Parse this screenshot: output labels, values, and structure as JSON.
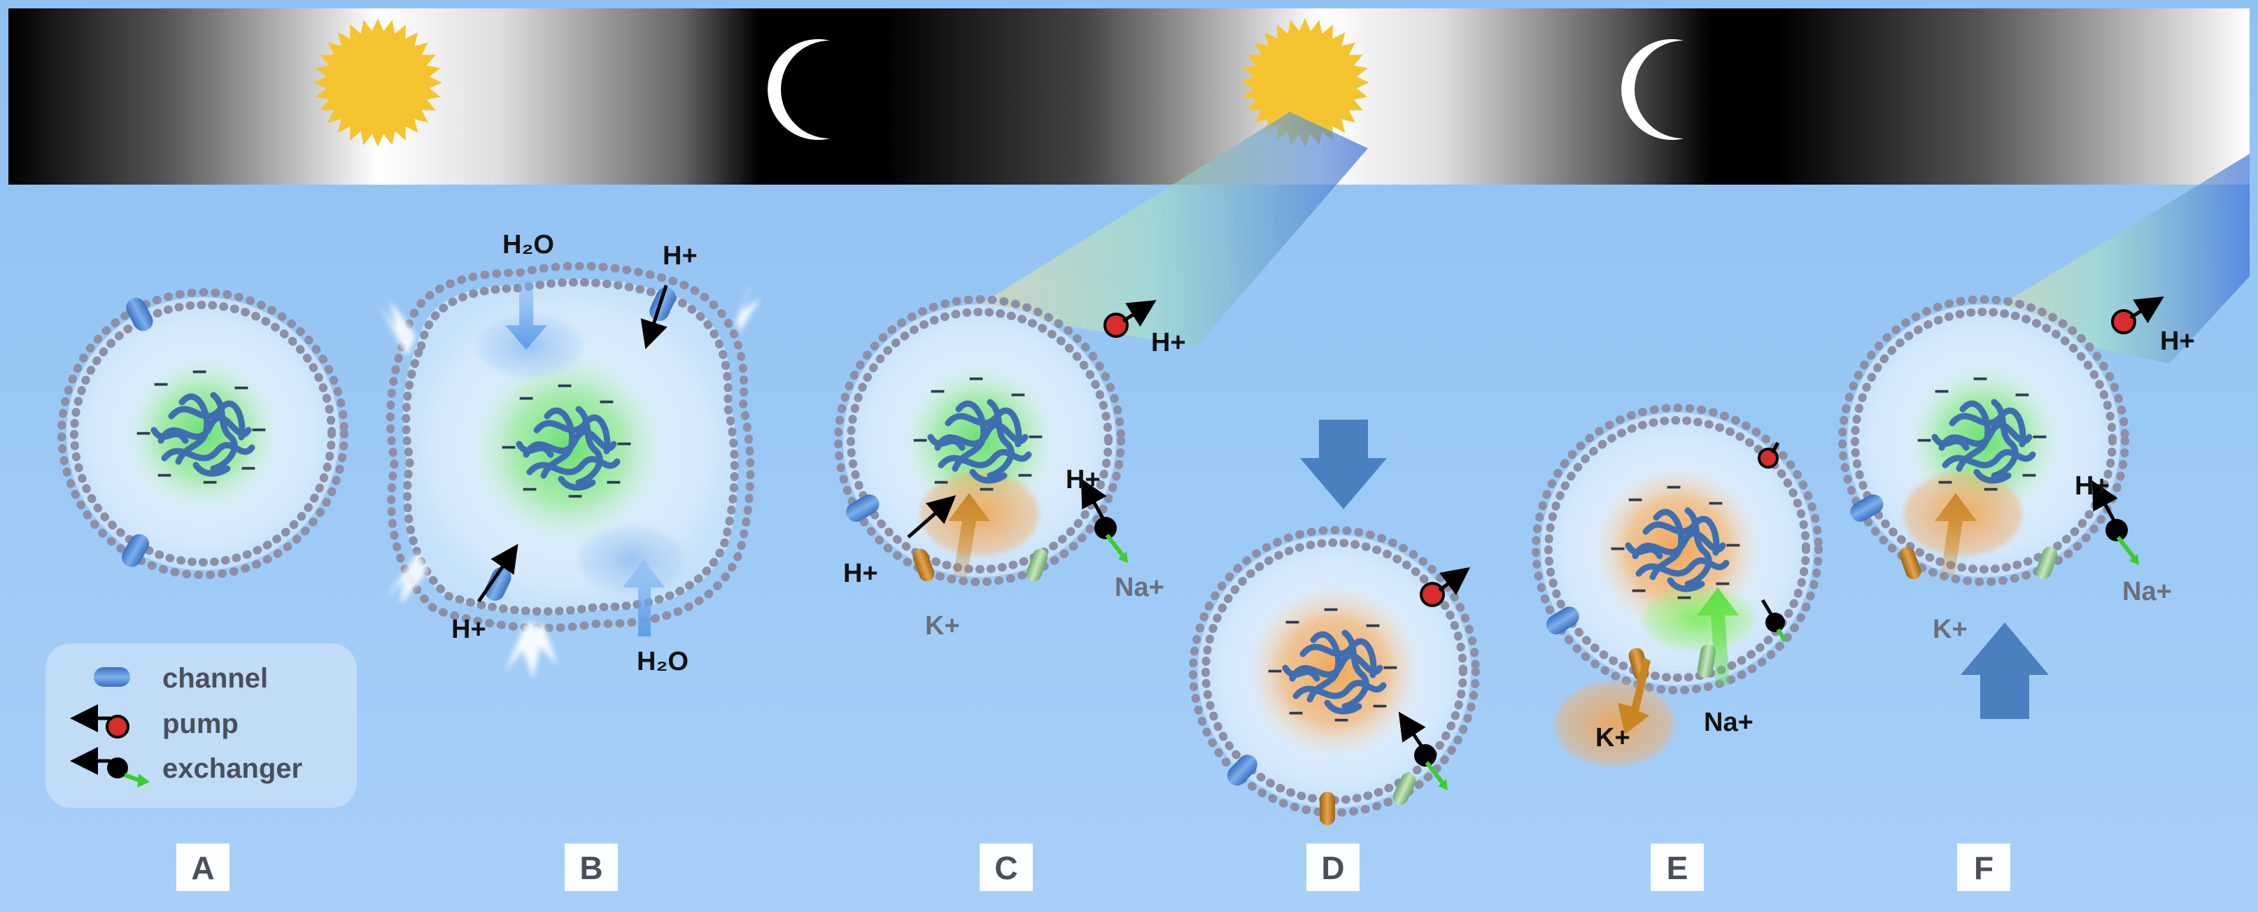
{
  "sky": {
    "phases": [
      "sun",
      "moon",
      "sun",
      "moon"
    ],
    "icons": {
      "sun": "sun-icon",
      "moon": "crescent-moon-icon"
    },
    "colors": {
      "sun": "#f4c430",
      "moon": "#ffffff",
      "dark": "#000000",
      "light": "#ffffff"
    }
  },
  "labels": {
    "h2o": "H₂O",
    "h_plus": "H+",
    "k_plus": "K+",
    "na_plus": "Na+",
    "neg": "–"
  },
  "legend": {
    "items": [
      {
        "icon": "channel-icon",
        "label": "channel"
      },
      {
        "icon": "pump-icon",
        "label": "pump"
      },
      {
        "icon": "exchanger-icon",
        "label": "exchanger"
      }
    ]
  },
  "panels": [
    {
      "id": "A",
      "label": "A"
    },
    {
      "id": "B",
      "label": "B"
    },
    {
      "id": "C",
      "label": "C"
    },
    {
      "id": "D",
      "label": "D"
    },
    {
      "id": "E",
      "label": "E"
    },
    {
      "id": "F",
      "label": "F"
    }
  ],
  "colors": {
    "water": "#a3cdf7",
    "membrane": "#8c8fa6",
    "chromatin": "#3f6eb0",
    "green_glow": "#6fe07a",
    "orange_glow": "#f0a04b",
    "channel": "#4f8ad0",
    "pump": "#d92c2c",
    "exchanger_arrow": "#3ecb2d",
    "arrow_blue": "#4a7fc0",
    "k_channel": "#c98524",
    "na_channel": "#9bc98c"
  }
}
